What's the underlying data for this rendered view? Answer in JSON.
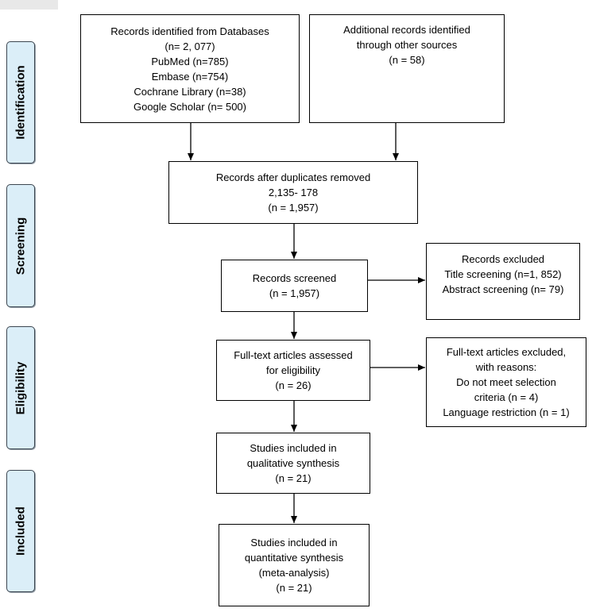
{
  "colors": {
    "stage_fill": "#dbeef8",
    "stage_border": "#3c4650",
    "box_border": "#000000",
    "arrow": "#000000"
  },
  "stages": {
    "identification": "Identification",
    "screening": "Screening",
    "eligibility": "Eligibility",
    "included": "Included"
  },
  "boxes": {
    "databases": {
      "lines": [
        "Records identified from Databases",
        "(n= 2, 077)",
        "PubMed (n=785)",
        "Embase (n=754)",
        "Cochrane Library (n=38)",
        "Google Scholar (n= 500)"
      ]
    },
    "other_sources": {
      "lines": [
        "Additional records identified",
        "through other sources",
        "(n = 58)"
      ]
    },
    "after_duplicates": {
      "lines": [
        "Records after duplicates removed",
        "2,135- 178",
        "(n = 1,957)"
      ]
    },
    "screened": {
      "lines": [
        "Records screened",
        "(n = 1,957)"
      ]
    },
    "excluded": {
      "lines": [
        "Records excluded",
        "Title screening (n=1, 852)",
        "Abstract screening (n= 79)"
      ]
    },
    "fulltext_assessed": {
      "lines": [
        "Full-text articles assessed",
        "for eligibility",
        "(n = 26)"
      ]
    },
    "fulltext_excluded": {
      "lines": [
        "Full-text articles excluded,",
        "with reasons:",
        "Do not meet selection",
        "criteria (n = 4)",
        "Language restriction (n = 1)"
      ]
    },
    "qualitative": {
      "lines": [
        "Studies included in",
        "qualitative synthesis",
        "(n = 21)"
      ]
    },
    "quantitative": {
      "lines": [
        "Studies included in",
        "quantitative synthesis",
        "(meta-analysis)",
        "(n = 21)"
      ]
    }
  }
}
